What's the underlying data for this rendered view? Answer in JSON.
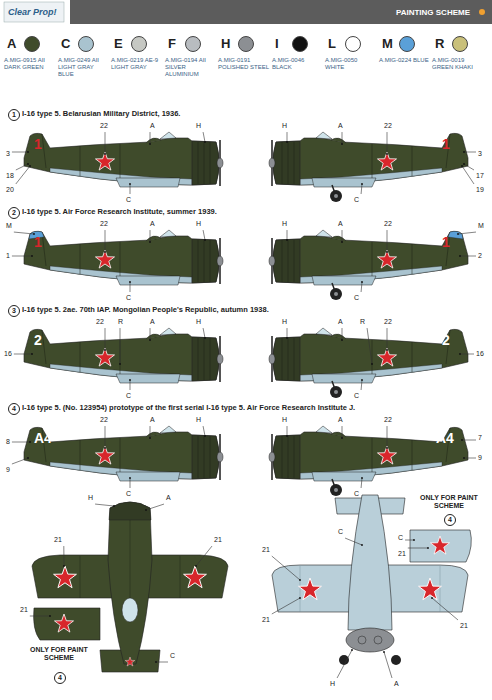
{
  "diagram": {
    "title": "PAINTING SCHEME",
    "labels": [
      "Clear Prop!",
      "A",
      "C",
      "E",
      "F",
      "H",
      "I",
      "L",
      "M",
      "R",
      "1",
      "I-16 type 5. Belarusian Military District, 1936.",
      "3",
      "22",
      "A",
      "H",
      "1",
      "18",
      "20",
      "C",
      "H",
      "A",
      "22",
      "1",
      "3",
      "17",
      "19",
      "C",
      "2",
      "I-16 type 5. Air Force Research Institute, summer 1939.",
      "M",
      "22",
      "A",
      "H",
      "1",
      "1",
      "C",
      "H",
      "A",
      "22",
      "1",
      "M",
      "2",
      "C",
      "3",
      "I-16 type 5. 2ae. 70th IAP. Mongolian People's Republic, autumn 1938.",
      "R",
      "22",
      "A",
      "H",
      "2",
      "16",
      "C",
      "22",
      "R",
      "A",
      "H",
      "2",
      "16",
      "C",
      "4",
      "I-16 type 5. (No. 123954) prototype of the first serial I-16 type 5. Air Force Research Institute J.",
      "22",
      "A",
      "H",
      "A4",
      "8",
      "9",
      "C",
      "H",
      "A",
      "22",
      "A4",
      "7",
      "9",
      "C",
      "H",
      "A",
      "21",
      "21",
      "C",
      "21",
      "ONLY FOR PAINT SCHEME",
      "4",
      "ONLY FOR PAINT SCHEME",
      "4",
      "C",
      "21",
      "21",
      "C",
      "21",
      "21",
      "H",
      "A"
    ],
    "legend": [
      {
        "text": "A.MIG-0915 AII DARK GREEN",
        "color": "#3f4b2b"
      },
      {
        "text": "A.MIG-0249 AII LIGHT GRAY BLUE",
        "color": "#a9c3cf"
      },
      {
        "text": "A.MIG-0219 AE-9 LIGHT GRAY",
        "color": "#c6c8c3"
      },
      {
        "text": "A.MIG-0194 AII SILVER ALUMINIUM",
        "color": "#b8bcc0"
      },
      {
        "text": "A.MIG-0191 POLISHED STEEL",
        "color": "#8c8f93"
      },
      {
        "text": "A.MIG-0046 BLACK",
        "color": "#111111"
      },
      {
        "text": "A.MIG-0050 WHITE",
        "color": "#ffffff"
      },
      {
        "text": "A.MIG-0224 BLUE",
        "color": "#5aa0d8"
      },
      {
        "text": "A.MIG-0019 GREEN KHAKI",
        "color": "#c9c07a"
      }
    ]
  }
}
